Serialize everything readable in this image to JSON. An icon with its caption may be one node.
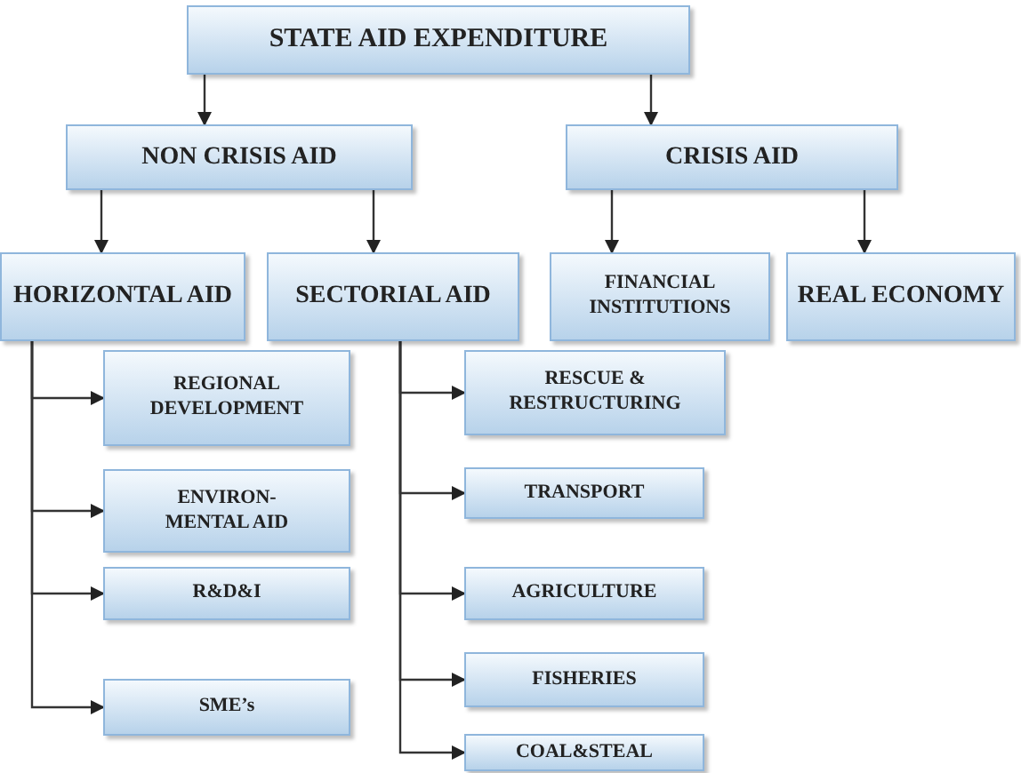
{
  "diagram": {
    "nodes": [
      {
        "text": [
          "STATE AID EXPENDITURE"
        ]
      },
      {
        "text": [
          "NON CRISIS AID"
        ]
      },
      {
        "text": [
          "CRISIS AID"
        ]
      },
      {
        "text": [
          "HORIZONTAL AID"
        ]
      },
      {
        "text": [
          "SECTORIAL AID"
        ]
      },
      {
        "text": [
          "FINANCIAL INSTITUTIONS"
        ]
      },
      {
        "text": [
          "REAL ECONOMY"
        ]
      },
      {
        "text": [
          "REGIONAL DEVELOPMENT"
        ]
      },
      {
        "text": [
          "ENVIRON- MENTAL AID"
        ]
      },
      {
        "text": [
          "R&D&I"
        ]
      },
      {
        "text": [
          "SME’s"
        ]
      },
      {
        "text": [
          "RESCUE & RESTRUCTURING"
        ]
      },
      {
        "text": [
          "TRANSPORT"
        ]
      },
      {
        "text": [
          "AGRICULTURE"
        ]
      },
      {
        "text": [
          "FISHERIES"
        ]
      },
      {
        "text": [
          "COAL&STEAL"
        ]
      }
    ],
    "edges": [
      {
        "from": 0,
        "to": 1,
        "arrow": "to"
      },
      {
        "from": 0,
        "to": 2,
        "arrow": "to"
      },
      {
        "from": 1,
        "to": 3,
        "arrow": "to"
      },
      {
        "from": 1,
        "to": 4,
        "arrow": "to"
      },
      {
        "from": 2,
        "to": 5,
        "arrow": "to"
      },
      {
        "from": 2,
        "to": 6,
        "arrow": "to"
      },
      {
        "from": 3,
        "to": 7,
        "arrow": "to"
      },
      {
        "from": 3,
        "to": 8,
        "arrow": "to"
      },
      {
        "from": 3,
        "to": 9,
        "arrow": "to"
      },
      {
        "from": 3,
        "to": 10,
        "arrow": "to"
      },
      {
        "from": 4,
        "to": 11,
        "arrow": "to"
      },
      {
        "from": 4,
        "to": 12,
        "arrow": "to"
      },
      {
        "from": 4,
        "to": 13,
        "arrow": "to"
      },
      {
        "from": 4,
        "to": 14,
        "arrow": "to"
      },
      {
        "from": 4,
        "to": 15,
        "arrow": "to"
      }
    ]
  }
}
